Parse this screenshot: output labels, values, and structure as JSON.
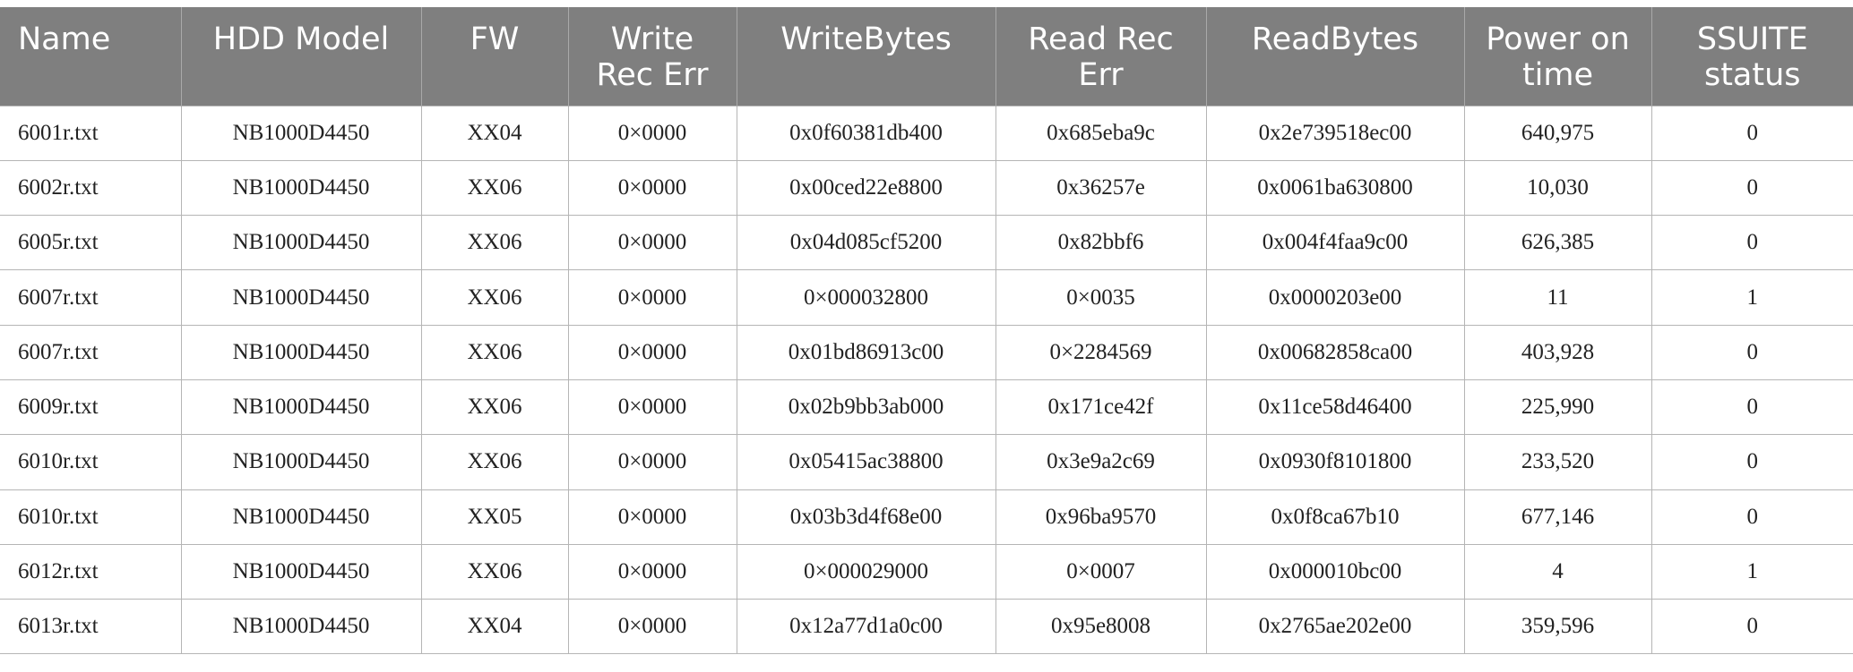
{
  "table": {
    "headers": [
      "Name",
      "HDD Model",
      "FW",
      "Write\nRec Err",
      "WriteBytes",
      "Read Rec\nErr",
      "ReadBytes",
      "Power on\ntime",
      "SSUITE\nstatus"
    ],
    "rows": [
      [
        "6001r.txt",
        "NB1000D4450",
        "XX04",
        "0×0000",
        "0x0f60381db400",
        "0x685eba9c",
        "0x2e739518ec00",
        "640,975",
        "0"
      ],
      [
        "6002r.txt",
        "NB1000D4450",
        "XX06",
        "0×0000",
        "0x00ced22e8800",
        "0x36257e",
        "0x0061ba630800",
        "10,030",
        "0"
      ],
      [
        "6005r.txt",
        "NB1000D4450",
        "XX06",
        "0×0000",
        "0x04d085cf5200",
        "0x82bbf6",
        "0x004f4faa9c00",
        "626,385",
        "0"
      ],
      [
        "6007r.txt",
        "NB1000D4450",
        "XX06",
        "0×0000",
        "0×000032800",
        "0×0035",
        "0x0000203e00",
        "11",
        "1"
      ],
      [
        "6007r.txt",
        "NB1000D4450",
        "XX06",
        "0×0000",
        "0x01bd86913c00",
        "0×2284569",
        "0x00682858ca00",
        "403,928",
        "0"
      ],
      [
        "6009r.txt",
        "NB1000D4450",
        "XX06",
        "0×0000",
        "0x02b9bb3ab000",
        "0x171ce42f",
        "0x11ce58d46400",
        "225,990",
        "0"
      ],
      [
        "6010r.txt",
        "NB1000D4450",
        "XX06",
        "0×0000",
        "0x05415ac38800",
        "0x3e9a2c69",
        "0x0930f8101800",
        "233,520",
        "0"
      ],
      [
        "6010r.txt",
        "NB1000D4450",
        "XX05",
        "0×0000",
        "0x03b3d4f68e00",
        "0x96ba9570",
        "0x0f8ca67b10",
        "677,146",
        "0"
      ],
      [
        "6012r.txt",
        "NB1000D4450",
        "XX06",
        "0×0000",
        "0×000029000",
        "0×0007",
        "0x000010bc00",
        "4",
        "1"
      ],
      [
        "6013r.txt",
        "NB1000D4450",
        "XX04",
        "0×0000",
        "0x12a77d1a0c00",
        "0x95e8008",
        "0x2765ae202e00",
        "359,596",
        "0"
      ]
    ]
  },
  "colors": {
    "header_bg": "#7f7f7f",
    "header_text": "#ffffff",
    "grid": "#b5b5b5"
  }
}
